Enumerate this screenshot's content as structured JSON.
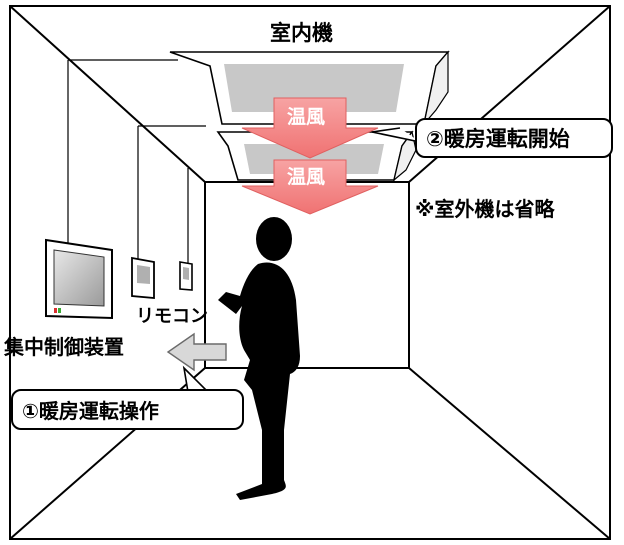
{
  "labels": {
    "indoor_unit": "室内機",
    "warm_air_upper": "温風",
    "warm_air_lower": "温風",
    "step2": "②暖房運転開始",
    "outdoor_note": "※室外機は省略",
    "remote": "リモコン",
    "central_controller": "集中制御装置",
    "step1": "①暖房運転操作"
  },
  "colors": {
    "warm_air": "#f48a8a",
    "line": "#000000",
    "panel_grey": "#c8c8c8",
    "controller_arrow": "#d8d8d8",
    "led_red": "#d93030",
    "led_green": "#3aaa35"
  }
}
